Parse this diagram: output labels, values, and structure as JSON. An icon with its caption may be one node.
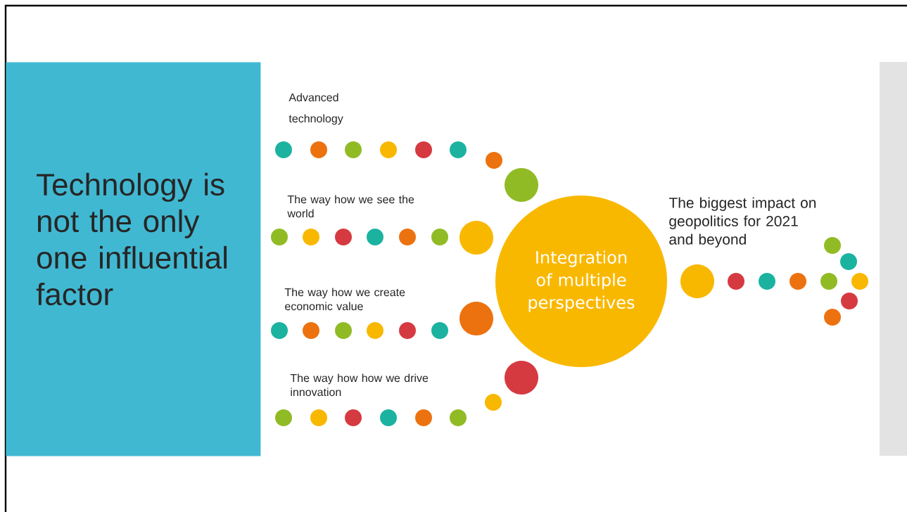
{
  "diagram": {
    "nodes": [
      {
        "text": [
          "Technology is not the only one influential factor"
        ]
      },
      {
        "text": [
          "Integration of multiple perspectives"
        ]
      }
    ],
    "labels": [
      "Advanced technology",
      "The way how we see the world",
      "The way how we create economic value",
      "The way how how we drive innovation",
      "The biggest impact on geopolitics for 2021 and beyond"
    ]
  }
}
